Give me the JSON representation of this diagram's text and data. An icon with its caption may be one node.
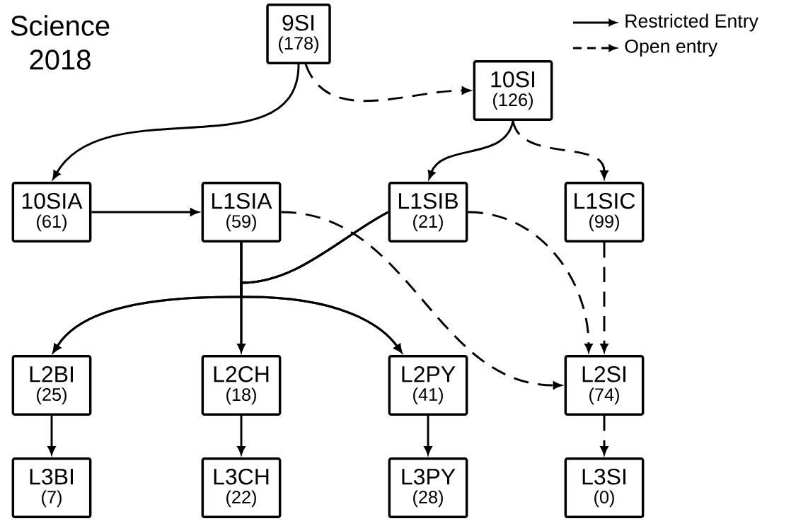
{
  "diagram": {
    "title": "Science 2018",
    "nodes": [
      {
        "text": [
          "9SI",
          "(178)"
        ]
      },
      {
        "text": [
          "10SI",
          "(126)"
        ]
      },
      {
        "text": [
          "10SIA",
          "(61)"
        ]
      },
      {
        "text": [
          "L1SIA",
          "(59)"
        ]
      },
      {
        "text": [
          "L1SIB",
          "(21)"
        ]
      },
      {
        "text": [
          "L1SIC",
          "(99)"
        ]
      },
      {
        "text": [
          "L2BI",
          "(25)"
        ]
      },
      {
        "text": [
          "L2CH",
          "(18)"
        ]
      },
      {
        "text": [
          "L2PY",
          "(41)"
        ]
      },
      {
        "text": [
          "L2SI",
          "(74)"
        ]
      },
      {
        "text": [
          "L3BI",
          "(7)"
        ]
      },
      {
        "text": [
          "L3CH",
          "(22)"
        ]
      },
      {
        "text": [
          "L3PY",
          "(28)"
        ]
      },
      {
        "text": [
          "L3SI",
          "(0)"
        ]
      }
    ],
    "edges": [
      {
        "from": 0,
        "to": 2,
        "arrow": "to"
      },
      {
        "from": 0,
        "to": 1,
        "arrow": "to",
        "style": "dashed"
      },
      {
        "from": 1,
        "to": 4,
        "arrow": "to"
      },
      {
        "from": 1,
        "to": 5,
        "arrow": "to",
        "style": "dashed"
      },
      {
        "from": 2,
        "to": 3,
        "arrow": "to"
      },
      {
        "from": 3,
        "to": 6,
        "arrow": "to"
      },
      {
        "from": 3,
        "to": 7,
        "arrow": "to"
      },
      {
        "from": 3,
        "to": 8,
        "arrow": "to"
      },
      {
        "from": 4,
        "to": 6,
        "arrow": "to"
      },
      {
        "from": 4,
        "to": 7,
        "arrow": "to"
      },
      {
        "from": 4,
        "to": 8,
        "arrow": "to"
      },
      {
        "from": 3,
        "to": 9,
        "arrow": "to",
        "style": "dashed"
      },
      {
        "from": 4,
        "to": 9,
        "arrow": "to",
        "style": "dashed"
      },
      {
        "from": 5,
        "to": 9,
        "arrow": "to",
        "style": "dashed"
      },
      {
        "from": 6,
        "to": 10,
        "arrow": "to"
      },
      {
        "from": 7,
        "to": 11,
        "arrow": "to"
      },
      {
        "from": 8,
        "to": 12,
        "arrow": "to"
      },
      {
        "from": 9,
        "to": 13,
        "arrow": "to",
        "style": "dashed"
      }
    ],
    "legend": [
      {
        "text": "Restricted Entry"
      },
      {
        "text": "Open entry"
      }
    ]
  }
}
